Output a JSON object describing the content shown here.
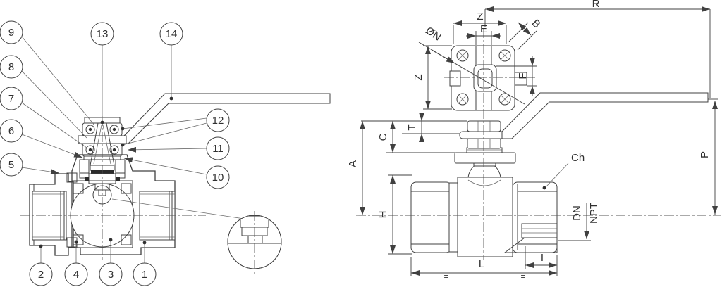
{
  "balloons": [
    "1",
    "2",
    "3",
    "4",
    "5",
    "6",
    "7",
    "8",
    "9",
    "10",
    "11",
    "12",
    "13",
    "14"
  ],
  "dims": {
    "r": "R",
    "z_top": "Z",
    "e": "E",
    "b": "B",
    "n_bolt": "ØN",
    "z_side": "Z",
    "f": "F",
    "t": "T",
    "c": "C",
    "a": "A",
    "h": "H",
    "p": "P",
    "ch": "Ch",
    "dn": "DN",
    "npt": "NPT",
    "l": "L",
    "i": "I",
    "eq1": "=",
    "eq2": "="
  },
  "colors": {
    "body_green": "#8abf92",
    "cap_yellow": "#f7ec6c",
    "seat_orange": "#e8831d",
    "seat_blue": "#cfe9f7",
    "stem_pink": "#f6cadd",
    "packing_cyan": "#2ba9e0",
    "washer_gray": "#c9bdbf",
    "line": "#404040"
  }
}
